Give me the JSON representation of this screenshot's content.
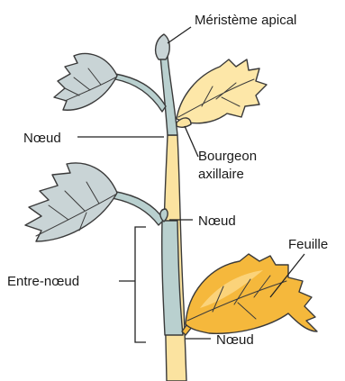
{
  "labels": {
    "apical_meristem": "Méristème apical",
    "node_upper": "Nœud",
    "axillary_bud_line1": "Bourgeon",
    "axillary_bud_line2": "axillaire",
    "node_middle": "Nœud",
    "leaf": "Feuille",
    "internode": "Entre-nœud",
    "node_lower": "Nœud"
  },
  "colors": {
    "green_leaf": "#c9d4d6",
    "stem_green": "#b9d0cf",
    "yellow_leaf": "#fde7a8",
    "orange_leaf": "#f5b83c",
    "stem_yellow": "#fbe3a0"
  }
}
